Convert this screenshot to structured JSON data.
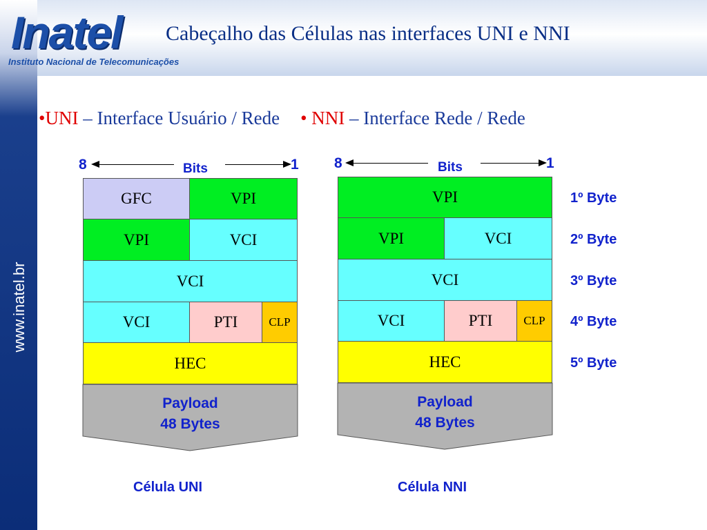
{
  "header": {
    "logo_word": "Inatel",
    "logo_subtitle": "Instituto Nacional de Telecomunicações",
    "title": "Cabeçalho das Células nas interfaces UNI e NNI"
  },
  "sidebar": {
    "url": "www.inatel.br"
  },
  "bullets": {
    "uni_bullet": "•",
    "uni_label": "UNI",
    "uni_desc": " – Interface Usuário / Rede",
    "nni_bullet": "• ",
    "nni_label": "NNI",
    "nni_desc": " – Interface Rede / Rede"
  },
  "uni_cell": {
    "bits_high": "8",
    "bits_label": "Bits",
    "bits_low": "1",
    "fields": {
      "gfc": "GFC",
      "vpi_1": "VPI",
      "vpi_2": "VPI",
      "vci_2": "VCI",
      "vci_3": "VCI",
      "vci_4": "VCI",
      "pti": "PTI",
      "clp": "CLP",
      "hec": "HEC"
    },
    "payload_line1": "Payload",
    "payload_line2": "48 Bytes",
    "caption": "Célula UNI"
  },
  "nni_cell": {
    "bits_high": "8",
    "bits_label": "Bits",
    "bits_low": "1",
    "fields": {
      "vpi_1": "VPI",
      "vpi_2": "VPI",
      "vci_2": "VCI",
      "vci_3": "VCI",
      "vci_4": "VCI",
      "pti": "PTI",
      "clp": "CLP",
      "hec": "HEC"
    },
    "payload_line1": "Payload",
    "payload_line2": "48 Bytes",
    "caption": "Célula NNI"
  },
  "byte_labels": [
    "1º Byte",
    "2º Byte",
    "3º Byte",
    "4º Byte",
    "5º Byte"
  ],
  "colors": {
    "gfc": "#ccccf5",
    "vpi": "#00ee22",
    "vci": "#66ffff",
    "pti": "#ffcccc",
    "clp": "#ffcc00",
    "hec": "#ffff00",
    "payload": "#b3b3b3",
    "title": "#0a2f86",
    "label_blue": "#1122cc",
    "highlight_red": "#e00000"
  }
}
